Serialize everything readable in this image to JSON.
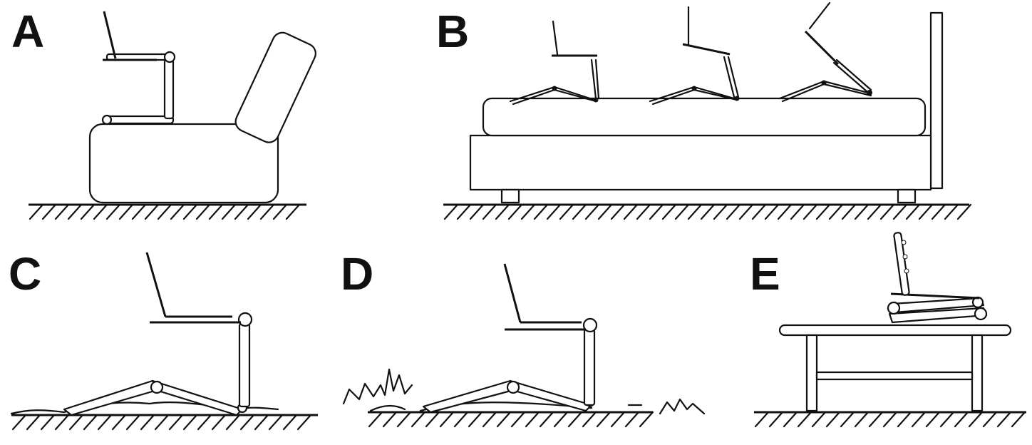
{
  "panels": [
    {
      "id": "A",
      "label": "A",
      "scene": "armchair"
    },
    {
      "id": "B",
      "label": "B",
      "scene": "bed"
    },
    {
      "id": "C",
      "label": "C",
      "scene": "floor-bumpy"
    },
    {
      "id": "D",
      "label": "D",
      "scene": "grass"
    },
    {
      "id": "E",
      "label": "E",
      "scene": "table"
    }
  ],
  "colors": {
    "ink": "#111111",
    "background": "#ffffff"
  }
}
